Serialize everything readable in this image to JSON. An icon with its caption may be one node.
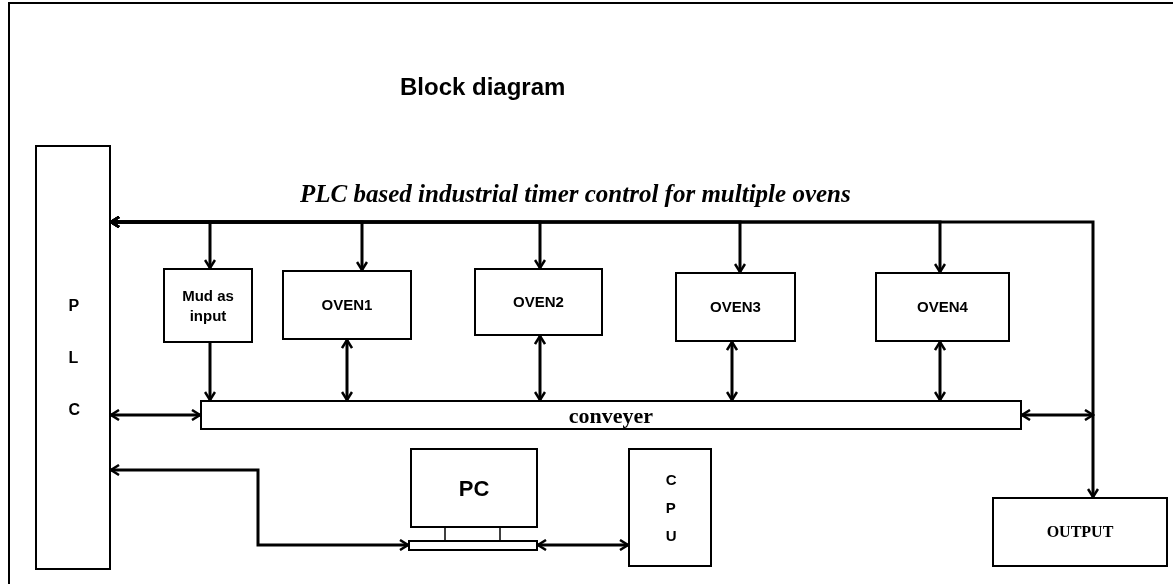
{
  "diagram": {
    "title": "Block diagram",
    "nodes": [
      {
        "text": [
          "P L C"
        ]
      },
      {
        "text": [
          "Mud as input"
        ]
      },
      {
        "text": [
          "OVEN1"
        ]
      },
      {
        "text": [
          "OVEN2"
        ]
      },
      {
        "text": [
          "OVEN3"
        ]
      },
      {
        "text": [
          "OVEN4"
        ]
      },
      {
        "text": [
          "conveyer"
        ]
      },
      {
        "text": [
          "PC"
        ]
      },
      {
        "text": [],
        "shape": "bar"
      },
      {
        "text": [
          "C P U"
        ]
      },
      {
        "text": [
          "OUTPUT"
        ]
      }
    ],
    "edges": [
      {
        "from": 0,
        "to": 1,
        "arrow": "both"
      },
      {
        "from": 0,
        "to": 2,
        "arrow": "both"
      },
      {
        "from": 0,
        "to": 3,
        "arrow": "both"
      },
      {
        "from": 0,
        "to": 4,
        "arrow": "both"
      },
      {
        "from": 0,
        "to": 5,
        "arrow": "both"
      },
      {
        "from": 0,
        "to": 10,
        "arrow": "both"
      },
      {
        "from": 1,
        "to": 6,
        "arrow": "to"
      },
      {
        "from": 2,
        "to": 6,
        "arrow": "both"
      },
      {
        "from": 3,
        "to": 6,
        "arrow": "both"
      },
      {
        "from": 4,
        "to": 6,
        "arrow": "both"
      },
      {
        "from": 5,
        "to": 6,
        "arrow": "both"
      },
      {
        "from": 0,
        "to": 6,
        "arrow": "both"
      },
      {
        "from": 6,
        "to": null,
        "arrow": "both"
      },
      {
        "from": 0,
        "to": 8,
        "arrow": "both"
      },
      {
        "from": 8,
        "to": 9,
        "arrow": "both"
      }
    ],
    "labels": [
      "PLC based industrial timer control for multiple ovens"
    ]
  }
}
